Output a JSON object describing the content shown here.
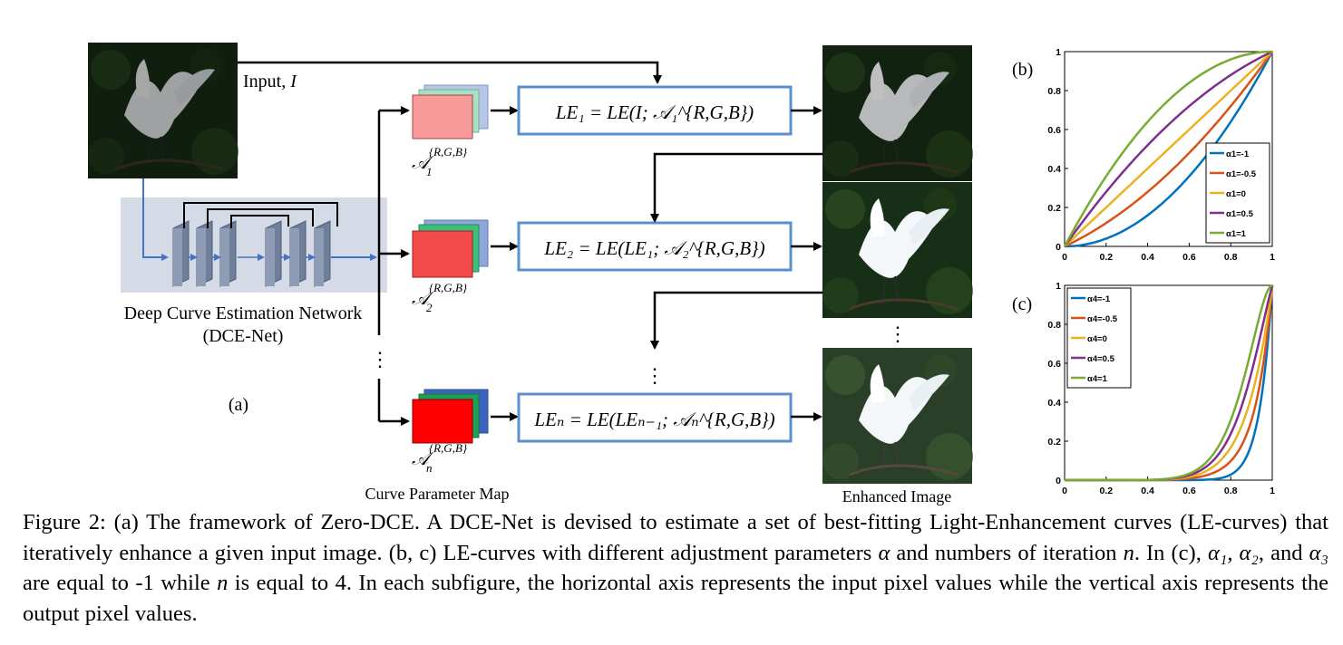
{
  "diagram": {
    "input_label": "Input, ",
    "input_symbol": "I",
    "dce_net_label_line1": "Deep Curve Estimation Network",
    "dce_net_label_line2": "(DCE-Net)",
    "panel_a_label": "(a)",
    "panel_b_label": "(b)",
    "panel_c_label": "(c)",
    "curve_param_map_label": "Curve Parameter Map",
    "enhanced_image_label": "Enhanced Image",
    "le_boxes": [
      {
        "formula": "LE₁ = LE(I; 𝒜₁^{R,G,B})"
      },
      {
        "formula": "LE₂ = LE(LE₁; 𝒜₂^{R,G,B})"
      },
      {
        "formula": "LEₙ = LE(LEₙ₋₁; 𝒜ₙ^{R,G,B})"
      }
    ],
    "param_maps": [
      {
        "label_main": "𝒜",
        "sub": "1",
        "sup": "{R,G,B}",
        "front_color": "#f79a9a",
        "mid_color": "#a8e0c4",
        "back_color": "#b6c6e6"
      },
      {
        "label_main": "𝒜",
        "sub": "2",
        "sup": "{R,G,B}",
        "front_color": "#f24a4a",
        "mid_color": "#3cbf7a",
        "back_color": "#8ea6d8"
      },
      {
        "label_main": "𝒜",
        "sub": "n",
        "sup": "{R,G,B}",
        "front_color": "#ff0000",
        "mid_color": "#1f9e57",
        "back_color": "#3d63c0"
      }
    ],
    "ellipsis": "⋮"
  },
  "chart_data": [
    {
      "type": "line",
      "panel": "(b)",
      "title": "",
      "xlabel": "",
      "ylabel": "",
      "xlim": [
        0,
        1
      ],
      "ylim": [
        0,
        1
      ],
      "x_ticks": [
        "0",
        "0.2",
        "0.4",
        "0.6",
        "0.8",
        "1"
      ],
      "y_ticks": [
        "0",
        "0.2",
        "0.4",
        "0.6",
        "0.8",
        "1"
      ],
      "legend_position": "bottom-right",
      "iterations": 1,
      "series": [
        {
          "name": "α1=-1",
          "alpha": -1,
          "color": "#0072bd"
        },
        {
          "name": "α1=-0.5",
          "alpha": -0.5,
          "color": "#d95319"
        },
        {
          "name": "α1=0",
          "alpha": 0,
          "color": "#edb120"
        },
        {
          "name": "α1=0.5",
          "alpha": 0.5,
          "color": "#7e2f8e"
        },
        {
          "name": "α1=1",
          "alpha": 1,
          "color": "#77ac30"
        }
      ]
    },
    {
      "type": "line",
      "panel": "(c)",
      "title": "",
      "xlabel": "",
      "ylabel": "",
      "xlim": [
        0,
        1
      ],
      "ylim": [
        0,
        1
      ],
      "x_ticks": [
        "0",
        "0.2",
        "0.4",
        "0.6",
        "0.8",
        "1"
      ],
      "y_ticks": [
        "0",
        "0.2",
        "0.4",
        "0.6",
        "0.8",
        "1"
      ],
      "legend_position": "top-left",
      "iterations": 4,
      "fixed_alpha": -1,
      "series": [
        {
          "name": "α4=-1",
          "alpha": -1,
          "color": "#0072bd"
        },
        {
          "name": "α4=-0.5",
          "alpha": -0.5,
          "color": "#d95319"
        },
        {
          "name": "α4=0",
          "alpha": 0,
          "color": "#edb120"
        },
        {
          "name": "α4=0.5",
          "alpha": 0.5,
          "color": "#7e2f8e"
        },
        {
          "name": "α4=1",
          "alpha": 1,
          "color": "#77ac30"
        }
      ]
    }
  ],
  "caption": {
    "label": "Figure 2: (a) The framework of Zero-DCE. A DCE-Net is devised to estimate a set of best-fitting Light-Enhancement curves (LE-curves) that iteratively enhance a given input image. (b, c) LE-curves with different adjustment parameters ",
    "alpha": "α",
    "part2": " and numbers of iteration ",
    "n": "n",
    "part3": ". In (c), ",
    "alphas": "α₁, α₂",
    "part4": ", and ",
    "alpha3": "α₃",
    "part5": " are equal to -1 while ",
    "n2": "n",
    "part6": " is equal to 4. In each subfigure, the horizontal axis represents the input pixel values while the vertical axis represents the output pixel values."
  }
}
